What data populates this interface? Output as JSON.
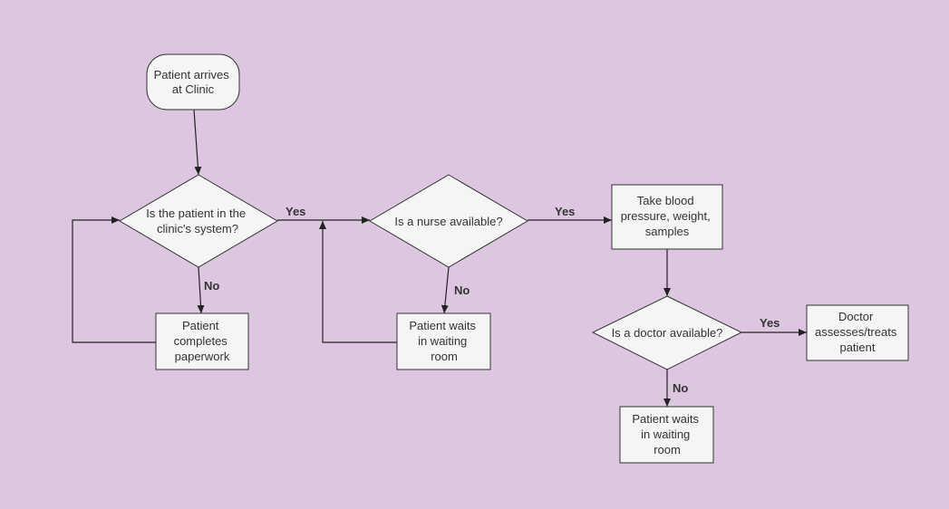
{
  "colors": {
    "background": "#dcc6e0",
    "node_fill": "#f5f5f5",
    "stroke": "#333333",
    "text": "#333333"
  },
  "nodes": {
    "start": [
      "Patient arrives",
      "at Clinic"
    ],
    "decision_system": [
      "Is the patient in the",
      "clinic's system?"
    ],
    "paperwork": [
      "Patient",
      "completes",
      "paperwork"
    ],
    "decision_nurse": [
      "Is a nurse available?"
    ],
    "wait_nurse": [
      "Patient waits",
      "in waiting",
      "room"
    ],
    "vitals": [
      "Take blood",
      "pressure, weight,",
      "samples"
    ],
    "decision_doctor": [
      "Is a doctor available?"
    ],
    "wait_doctor": [
      "Patient waits",
      "in waiting",
      "room"
    ],
    "doctor": [
      "Doctor",
      "assesses/treats",
      "patient"
    ]
  },
  "edge_labels": {
    "system_yes": "Yes",
    "system_no": "No",
    "nurse_yes": "Yes",
    "nurse_no": "No",
    "doctor_yes": "Yes",
    "doctor_no": "No"
  }
}
